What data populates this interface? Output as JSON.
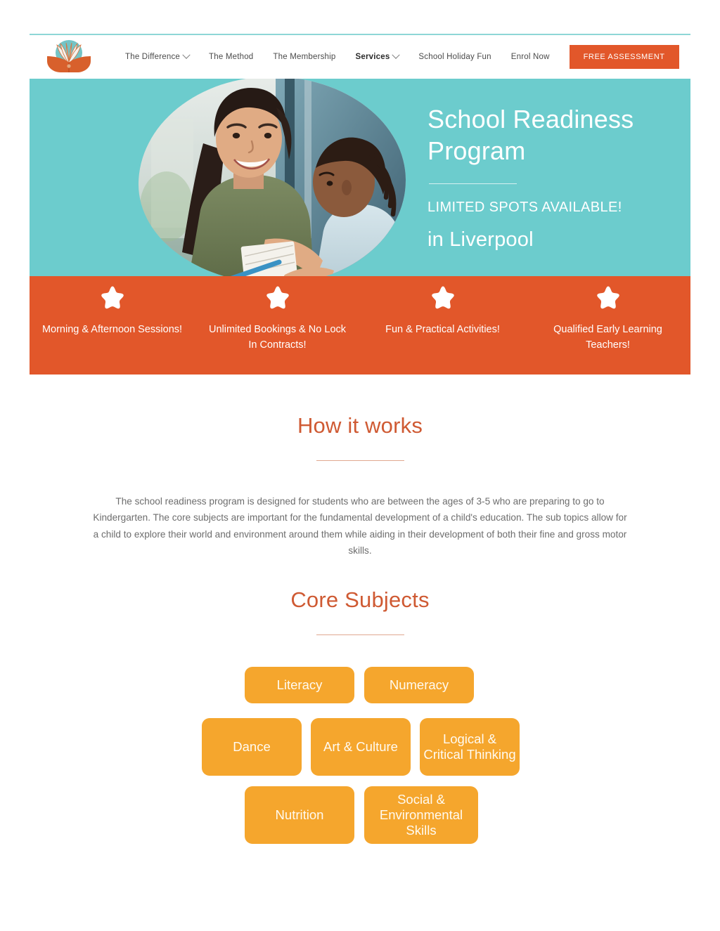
{
  "header": {
    "logo_alt": "open-book-logo",
    "nav": [
      {
        "label": "The Difference",
        "has_dropdown": true,
        "active": false
      },
      {
        "label": "The Method",
        "has_dropdown": false,
        "active": false
      },
      {
        "label": "The Membership",
        "has_dropdown": false,
        "active": false
      },
      {
        "label": "Services",
        "has_dropdown": true,
        "active": true
      },
      {
        "label": "School Holiday Fun",
        "has_dropdown": false,
        "active": false
      },
      {
        "label": "Enrol Now",
        "has_dropdown": false,
        "active": false
      }
    ],
    "cta_label": "FREE ASSESSMENT"
  },
  "hero": {
    "title_line1": "School Readiness",
    "title_line2": "Program",
    "subtitle": "LIMITED SPOTS AVAILABLE!",
    "location": "in Liverpool",
    "photo_alt": "teacher-and-child-photo"
  },
  "features": [
    {
      "icon": "star-icon",
      "label": "Morning & Afternoon Sessions!"
    },
    {
      "icon": "star-icon",
      "label": "Unlimited Bookings & No Lock In Contracts!"
    },
    {
      "icon": "star-icon",
      "label": "Fun & Practical Activities!"
    },
    {
      "icon": "star-icon",
      "label": "Qualified Early Learning Teachers!"
    }
  ],
  "how_it_works": {
    "title": "How it works",
    "body": "The school readiness program is designed for students who are between the ages of 3-5 who are preparing to go to Kindergarten. The core subjects are important for the fundamental development of a child's education. The sub topics allow for a child to explore their world and environment around them while aiding in their development of both their fine and gross motor skills."
  },
  "core_subjects": {
    "title": "Core Subjects",
    "pills": [
      {
        "label": "Literacy"
      },
      {
        "label": "Numeracy"
      },
      {
        "label": "Dance"
      },
      {
        "label": "Art & Culture"
      },
      {
        "label": "Logical & Critical Thinking"
      },
      {
        "label": "Nutrition"
      },
      {
        "label": "Social & Environmental Skills"
      }
    ]
  },
  "colors": {
    "teal": "#6ccccd",
    "teal_rule": "#8ed6d6",
    "orange": "#e2572a",
    "orange_heading": "#cf5a33",
    "pill_orange": "#f5a62d",
    "body_text": "#6d6d6d",
    "white": "#ffffff"
  }
}
